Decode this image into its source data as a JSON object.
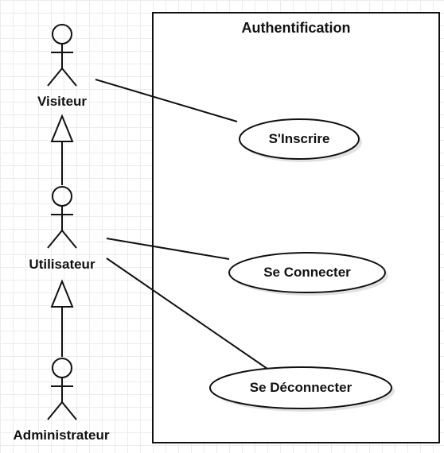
{
  "system": {
    "title": "Authentification"
  },
  "actors": {
    "visiteur": "Visiteur",
    "utilisateur": "Utilisateur",
    "administrateur": "Administrateur"
  },
  "use_cases": {
    "inscrire": "S'Inscrire",
    "connecter": "Se Connecter",
    "deconnecter": "Se Déconnecter"
  },
  "colors": {
    "stroke": "#111111",
    "grid": "#ececec",
    "ellipse_shadow": "#e2e2e2"
  }
}
